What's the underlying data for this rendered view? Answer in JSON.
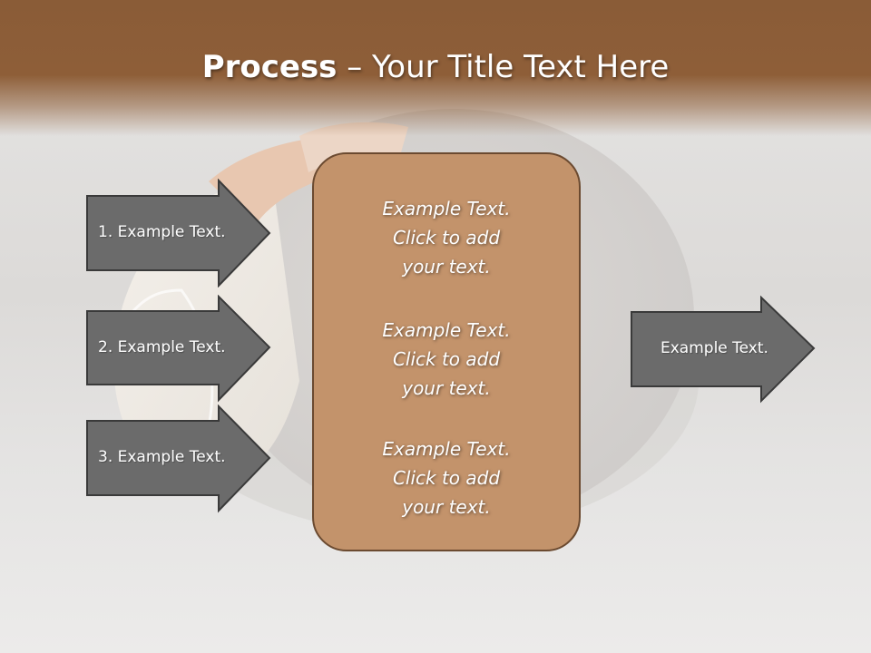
{
  "slide": {
    "title_bold": "Process",
    "title_rest": " – Your Title Text Here"
  },
  "left_arrows": [
    {
      "label": "1. Example Text."
    },
    {
      "label": "2. Example Text."
    },
    {
      "label": "3. Example Text."
    }
  ],
  "center_box": {
    "blocks": [
      {
        "line1": "Example Text.",
        "line2": "Click  to add",
        "line3": "your text."
      },
      {
        "line1": "Example Text.",
        "line2": "Click  to add",
        "line3": "your text."
      },
      {
        "line1": "Example Text.",
        "line2": "Click  to add",
        "line3": "your text."
      }
    ]
  },
  "right_arrow": {
    "label": "Example Text."
  },
  "colors": {
    "header": "#8e5e38",
    "box_fill": "#c3936b",
    "box_border": "#6b4a30",
    "arrow_fill": "#6b6b6b",
    "arrow_border": "#3a3a3a"
  }
}
